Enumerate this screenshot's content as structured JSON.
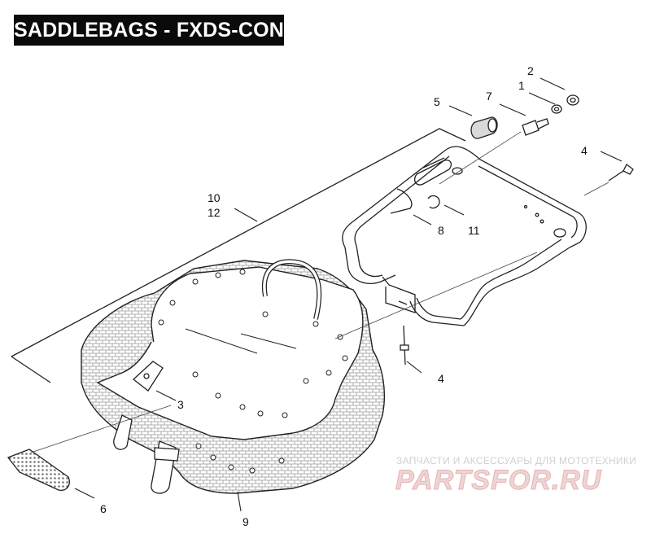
{
  "title": "SADDLEBAGS - FXDS-CON",
  "callouts": {
    "c1": "1",
    "c2": "2",
    "c3": "3",
    "c4a": "4",
    "c4b": "4",
    "c5": "5",
    "c6": "6",
    "c7": "7",
    "c8": "8",
    "c9": "9",
    "c10": "10",
    "c11": "11",
    "c12": "12"
  },
  "watermark": {
    "tagline": "ЗАПЧАСТИ И АКСЕССУАРЫ ДЛЯ МОТОТЕХНИКИ",
    "logo": "PARTSFOR.RU"
  }
}
